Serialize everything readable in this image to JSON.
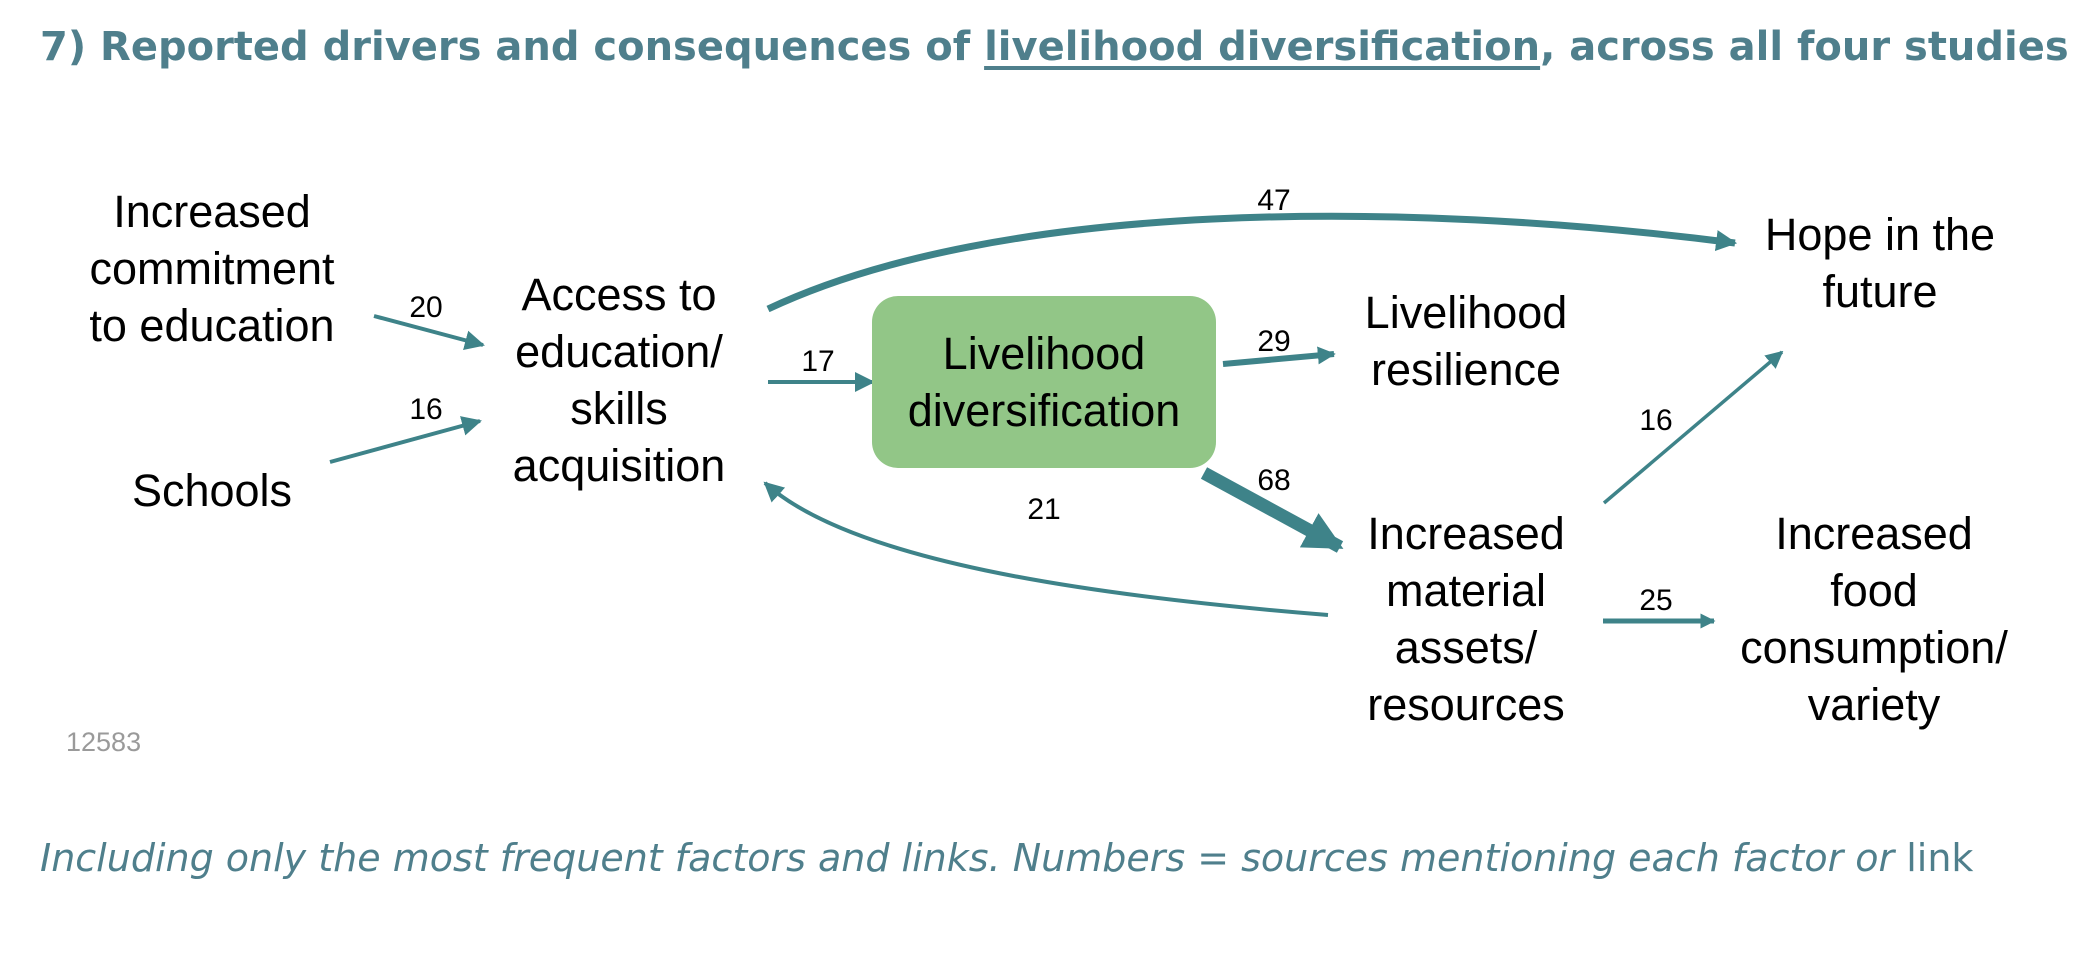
{
  "title": {
    "before": "7) Reported drivers and consequences of ",
    "underlined": "livelihood diversification",
    "after": ", across all four studies"
  },
  "nodes": {
    "commitment": [
      "Increased",
      "commitment",
      "to education"
    ],
    "schools": [
      "Schools"
    ],
    "access": [
      "Access to",
      "education/",
      "skills",
      "acquisition"
    ],
    "diversification": [
      "Livelihood",
      "diversification"
    ],
    "resilience": [
      "Livelihood",
      "resilience"
    ],
    "hope": [
      "Hope in the",
      "future"
    ],
    "assets": [
      "Increased",
      "material",
      "assets/",
      "resources"
    ],
    "food": [
      "Increased",
      "food",
      "consumption/",
      "variety"
    ]
  },
  "links": [
    {
      "from": "commitment",
      "to": "access",
      "label": "20"
    },
    {
      "from": "schools",
      "to": "access",
      "label": "16"
    },
    {
      "from": "access",
      "to": "diversification",
      "label": "17"
    },
    {
      "from": "access",
      "to": "hope",
      "label": "47"
    },
    {
      "from": "diversification",
      "to": "resilience",
      "label": "29"
    },
    {
      "from": "diversification",
      "to": "assets",
      "label": "68"
    },
    {
      "from": "assets",
      "to": "access",
      "label": "21"
    },
    {
      "from": "assets",
      "to": "hope",
      "label": "16"
    },
    {
      "from": "assets",
      "to": "food",
      "label": "25"
    }
  ],
  "colors": {
    "link": "#3e8389",
    "center_box": "#92c687",
    "title": "#4f7f8c"
  },
  "diagram_id": "12583",
  "footnote": {
    "italic": "Including only the most frequent factors and links. Numbers = sources mentioning each factor or",
    "regular": " link"
  }
}
